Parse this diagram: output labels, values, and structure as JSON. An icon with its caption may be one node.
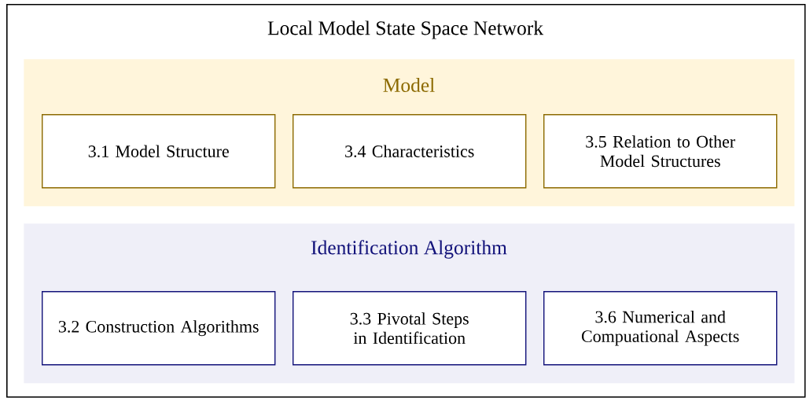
{
  "diagram": {
    "nodes": [
      {
        "text": [
          "Local Model State Space Network"
        ]
      },
      {
        "text": [
          "Model"
        ],
        "in": 0
      },
      {
        "text": [
          "3.1 Model Structure"
        ],
        "in": 1
      },
      {
        "text": [
          "3.4 Characteristics"
        ],
        "in": 1
      },
      {
        "text": [
          "3.5 Relation to Other Model Structures"
        ],
        "in": 1
      },
      {
        "text": [
          "Identification Algorithm"
        ],
        "in": 0
      },
      {
        "text": [
          "3.2 Construction Algorithms"
        ],
        "in": 5
      },
      {
        "text": [
          "3.3 Pivotal Steps in Identification"
        ],
        "in": 5
      },
      {
        "text": [
          "3.6 Numerical and Compuational Aspects"
        ],
        "in": 5
      }
    ],
    "edges": []
  }
}
